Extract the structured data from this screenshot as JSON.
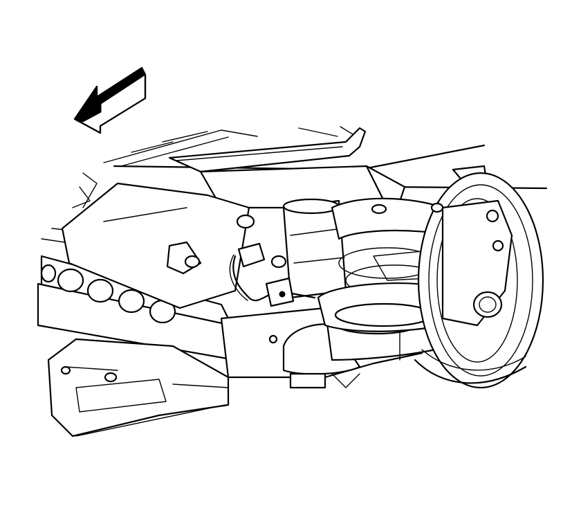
{
  "diagram": {
    "kind": "vehicle-underbody-line-art",
    "colors": {
      "line": "#000000",
      "background": "#ffffff"
    },
    "orientation_arrow": {
      "icon": "arrow-forward-icon",
      "direction": "front-left"
    },
    "parts": [
      {
        "id": "frame-rail",
        "icon": "frame-rail-icon"
      },
      {
        "id": "exhaust-pipe",
        "icon": "exhaust-pipe-icon"
      },
      {
        "id": "oxygen-sensor",
        "icon": "sensor-icon"
      },
      {
        "id": "wiring-harness",
        "icon": "wiring-icon"
      },
      {
        "id": "coil-spring",
        "icon": "spring-icon"
      },
      {
        "id": "wheel",
        "icon": "wheel-icon"
      },
      {
        "id": "transmission",
        "icon": "transmission-icon"
      }
    ]
  }
}
